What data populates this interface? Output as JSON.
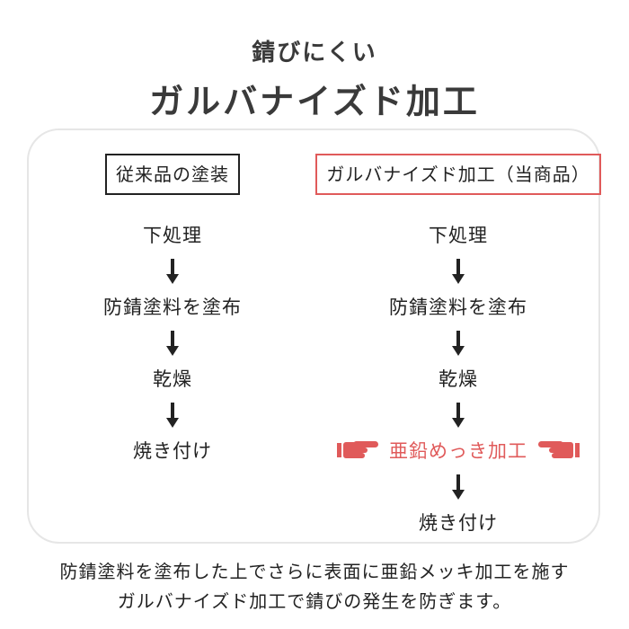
{
  "header": {
    "subtitle": "錆びにくい",
    "title": "ガルバナイズド加工"
  },
  "left_column": {
    "title": "従来品の塗装",
    "steps": [
      "下処理",
      "防錆塗料を塗布",
      "乾燥",
      "焼き付け"
    ]
  },
  "right_column": {
    "title": "ガルバナイズド加工（当商品）",
    "steps": [
      "下処理",
      "防錆塗料を塗布",
      "乾燥",
      "亜鉛めっき加工",
      "焼き付け"
    ],
    "highlight_step": "亜鉛めっき加工"
  },
  "footer": {
    "line1": "防錆塗料を塗布した上でさらに表面に亜鉛メッキ加工を施す",
    "line2": "ガルバナイズド加工で錆びの発生を防ぎます。"
  },
  "colors": {
    "accent": "#e05a5a",
    "text": "#222222",
    "border": "#e6e6e6"
  },
  "icons": {
    "arrow": "down-arrow-icon",
    "pointer_left": "pointing-hand-right-icon",
    "pointer_right": "pointing-hand-left-icon"
  }
}
